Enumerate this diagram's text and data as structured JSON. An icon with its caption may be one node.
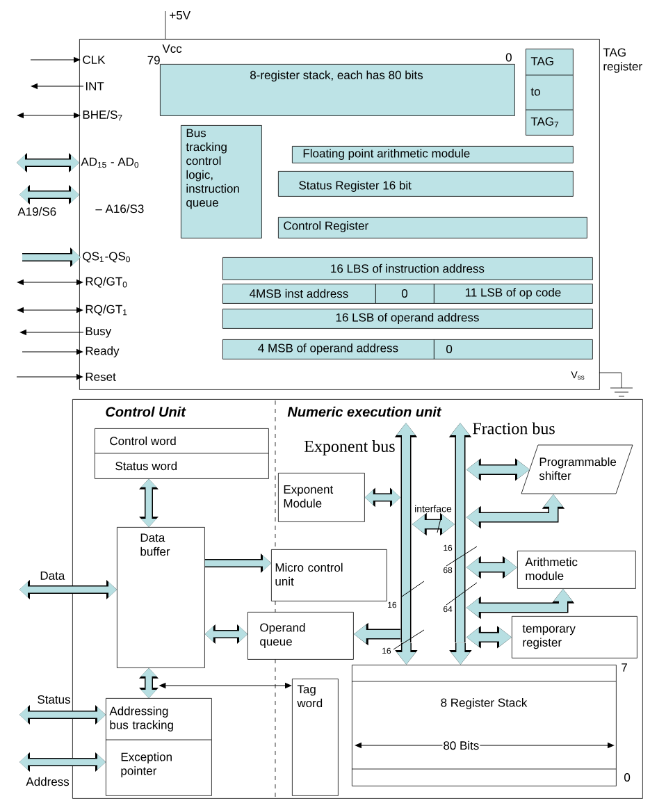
{
  "diagram": {
    "nodes": [
      {
        "text": [],
        "shape": "box"
      },
      {
        "text": [
          "8-register stack, each has 80 bits"
        ],
        "in": 0,
        "beside": [
          "79",
          "0"
        ]
      },
      {
        "text": [
          "TAG",
          "to",
          "TAG$_{7}$"
        ],
        "in": 0,
        "beside": [
          "TAG register"
        ]
      },
      {
        "text": [
          "Bus tracking control logic, instruction queue"
        ],
        "in": 0
      },
      {
        "text": [
          "Floating point arithmetic module"
        ],
        "in": 0
      },
      {
        "text": [
          "Status  Register 16 bit"
        ],
        "in": 0
      },
      {
        "text": [
          "Control Register"
        ],
        "in": 0
      },
      {
        "text": [
          "16 LBS of instruction address"
        ],
        "in": 0
      },
      {
        "text": [
          "4MSB inst address"
        ],
        "in": 0
      },
      {
        "text": [
          "0"
        ],
        "in": 0
      },
      {
        "text": [
          "11 LSB of op code"
        ],
        "in": 0
      },
      {
        "text": [
          "16 LSB of operand address"
        ],
        "in": 0
      },
      {
        "text": [
          "4 MSB of operand address"
        ],
        "in": 0
      },
      {
        "text": [
          "0"
        ],
        "in": 0
      },
      {
        "text": [
          "CLK"
        ],
        "in": 0
      },
      {
        "text": [
          "INT"
        ],
        "in": 0
      },
      {
        "text": [
          "BHE/S$_{7}$"
        ],
        "in": 0
      },
      {
        "text": [
          "AD$_{15}$ - AD$_{0}$"
        ],
        "in": 0
      },
      {
        "text": [
          "QS$_{1}$-QS$_{0}$"
        ],
        "in": 0
      },
      {
        "text": [
          "RQ/GT$_{0}$"
        ],
        "in": 0
      },
      {
        "text": [
          "RQ/GT$_{1}$"
        ],
        "in": 0
      },
      {
        "text": [
          "Busy"
        ],
        "in": 0
      },
      {
        "text": [
          "Ready"
        ],
        "in": 0
      },
      {
        "text": [
          "Reset"
        ],
        "in": 0
      },
      {
        "text": [
          "Control Unit",
          "Numeric execution unit"
        ]
      },
      {
        "text": [
          "Control word",
          "Status word"
        ],
        "in": 24
      },
      {
        "text": [
          "Data buffer"
        ],
        "in": 24
      },
      {
        "text": [
          "Addressing bus tracking",
          "Exception pointer"
        ],
        "in": 24
      },
      {
        "text": [
          "Exponent Module"
        ],
        "in": 24
      },
      {
        "text": [
          "Micro control unit"
        ],
        "in": 24
      },
      {
        "text": [
          "Operand queue"
        ],
        "in": 24
      },
      {
        "text": [
          "Tag word"
        ],
        "in": 24
      },
      {
        "text": [],
        "shape": "bar",
        "in": 24,
        "beside": [
          "Exponent bus"
        ]
      },
      {
        "text": [],
        "shape": "bar",
        "in": 24,
        "beside": [
          "Fraction bus"
        ]
      },
      {
        "text": [
          "Programmable shifter"
        ],
        "in": 24
      },
      {
        "text": [
          "Arithmetic module"
        ],
        "in": 24
      },
      {
        "text": [
          "temporary register"
        ],
        "in": 24
      },
      {
        "text": [
          "8 Register Stack"
        ],
        "in": 24,
        "beside": [
          "7",
          "0"
        ]
      }
    ],
    "edges": [
      {
        "from": null,
        "to": 14,
        "arrow": "to",
        "color": "#000000"
      },
      {
        "from": 15,
        "to": null,
        "arrow": "to",
        "color": "#000000"
      },
      {
        "from": null,
        "to": 16,
        "arrow": "both",
        "color": "#000000"
      },
      {
        "from": null,
        "to": 17,
        "arrow": "both"
      },
      {
        "from": null,
        "to": 0,
        "arrow": "both",
        "label": "A19/S6"
      },
      {
        "from": null,
        "to": 18,
        "arrow": "to"
      },
      {
        "from": null,
        "to": 19,
        "arrow": "both",
        "color": "#000000"
      },
      {
        "from": null,
        "to": 20,
        "arrow": "both",
        "color": "#000000"
      },
      {
        "from": 21,
        "to": null,
        "arrow": "to",
        "color": "#000000"
      },
      {
        "from": null,
        "to": 22,
        "arrow": "to",
        "color": "#000000"
      },
      {
        "from": null,
        "to": 23,
        "arrow": "to",
        "color": "#000000"
      },
      {
        "from": 25,
        "to": 26,
        "arrow": "both"
      },
      {
        "from": null,
        "to": 26,
        "arrow": "both",
        "label": "Data"
      },
      {
        "from": 26,
        "to": 29,
        "arrow": "to"
      },
      {
        "from": 26,
        "to": 30,
        "arrow": "both"
      },
      {
        "from": 26,
        "to": 27,
        "arrow": "both"
      },
      {
        "from": null,
        "to": 27,
        "arrow": "both",
        "label": "Status"
      },
      {
        "from": null,
        "to": 27,
        "arrow": "both",
        "label": "Address"
      },
      {
        "from": 27,
        "to": 31,
        "arrow": "both",
        "color": "#000000"
      },
      {
        "from": 28,
        "to": 32,
        "arrow": "both"
      },
      {
        "from": 32,
        "to": 33,
        "arrow": "both",
        "label": "interface"
      },
      {
        "from": 32,
        "to": 30,
        "arrow": "to"
      },
      {
        "from": 33,
        "to": 34,
        "arrow": "both"
      },
      {
        "from": 33,
        "to": 34,
        "arrow": "both"
      },
      {
        "from": 33,
        "to": 35,
        "arrow": "both"
      },
      {
        "from": 33,
        "to": 35,
        "arrow": "both"
      },
      {
        "from": 33,
        "to": 36,
        "arrow": "both"
      },
      {
        "from": 32,
        "to": 37,
        "arrow": "to"
      },
      {
        "from": 33,
        "to": 37,
        "arrow": "to"
      }
    ],
    "labels": [
      "+5V",
      "Vcc",
      "– A16/S3",
      "V$_{ss}$",
      "16",
      "68",
      "16",
      "64",
      "16",
      "80 Bits"
    ]
  }
}
